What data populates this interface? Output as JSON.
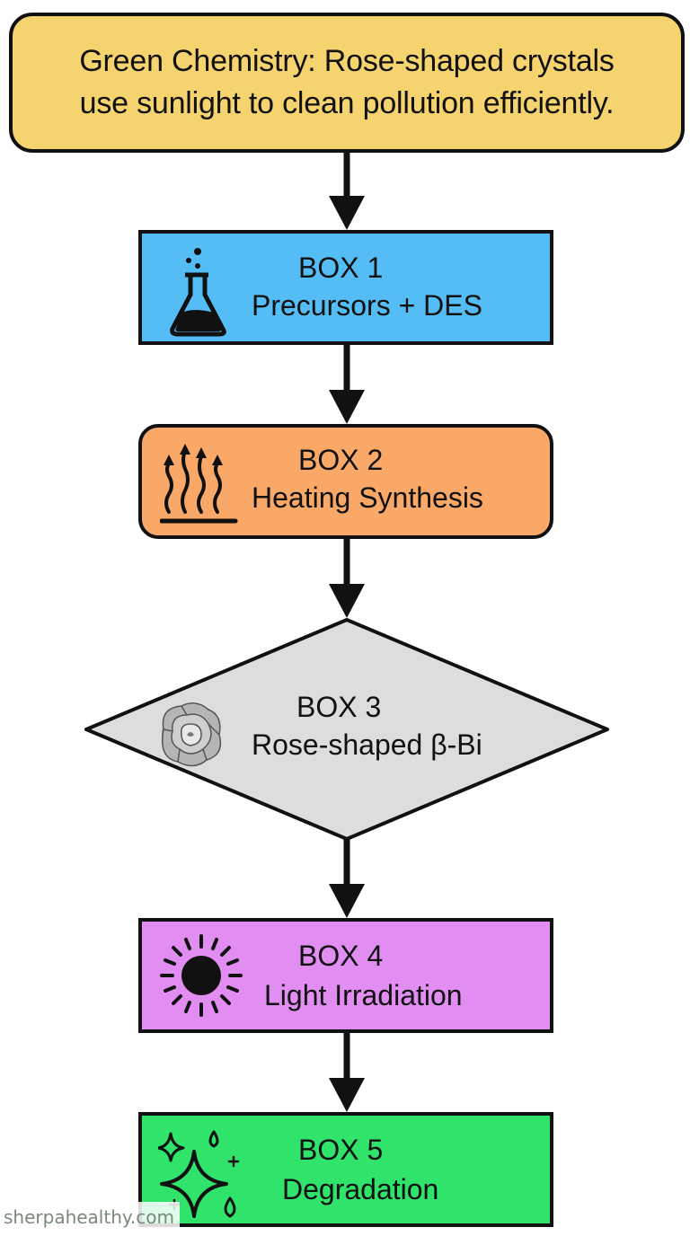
{
  "title": {
    "line1": "Green Chemistry: Rose-shaped crystals",
    "line2": "use sunlight to clean pollution efficiently."
  },
  "boxes": [
    {
      "heading": "BOX 1",
      "label": "Precursors + DES",
      "color": "#55bdf5",
      "icon": "flask-icon"
    },
    {
      "heading": "BOX 2",
      "label": "Heating Synthesis",
      "color": "#f9a868",
      "icon": "heat-icon"
    },
    {
      "heading": "BOX 3",
      "label": "Rose-shaped β-Bi",
      "color": "#dddddd",
      "icon": "rose-icon"
    },
    {
      "heading": "BOX 4",
      "label": "Light Irradiation",
      "color": "#e28df2",
      "icon": "sun-icon"
    },
    {
      "heading": "BOX 5",
      "label": "Degradation",
      "color": "#2fe36b",
      "icon": "sparkle-icon"
    }
  ],
  "title_color": "#f5d36e",
  "watermark": "sherpahealthy.com"
}
